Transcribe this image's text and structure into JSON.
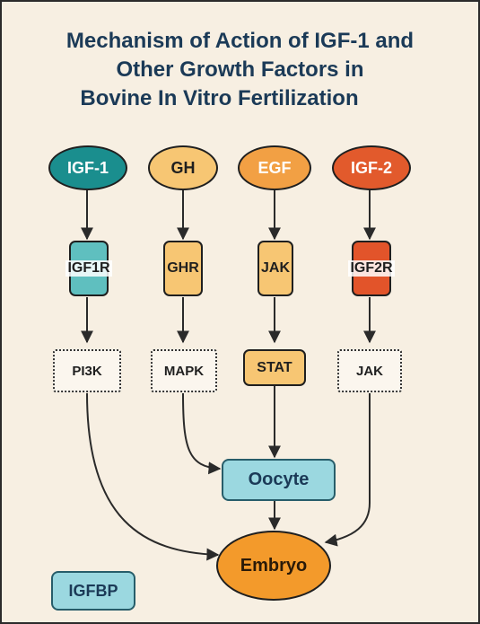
{
  "title": {
    "line1": "Mechanism of Action of IGF-1 and",
    "line2": "Other Growth Factors in",
    "line3": "Bovine In Vitro Fertilization"
  },
  "ligands": [
    "IGF-1",
    "GH",
    "EGF",
    "IGF-2"
  ],
  "receptors": [
    "IGF1R",
    "GHR",
    "JAK",
    "IGF2R"
  ],
  "effectors": [
    "PI3K",
    "MAPK",
    "STAT",
    "JAK"
  ],
  "targets": {
    "oocyte": "Oocyte",
    "embryo": "Embryo"
  },
  "binding_protein": "IGFBP",
  "colors": {
    "igf1": "#1a8e8e",
    "gh": "#f7c673",
    "egf": "#f2a044",
    "igf2": "#e25a2c",
    "oocyte": "#9bd8e0",
    "embryo": "#f39a2b",
    "background": "#f7efe2",
    "title": "#1b3a57"
  }
}
